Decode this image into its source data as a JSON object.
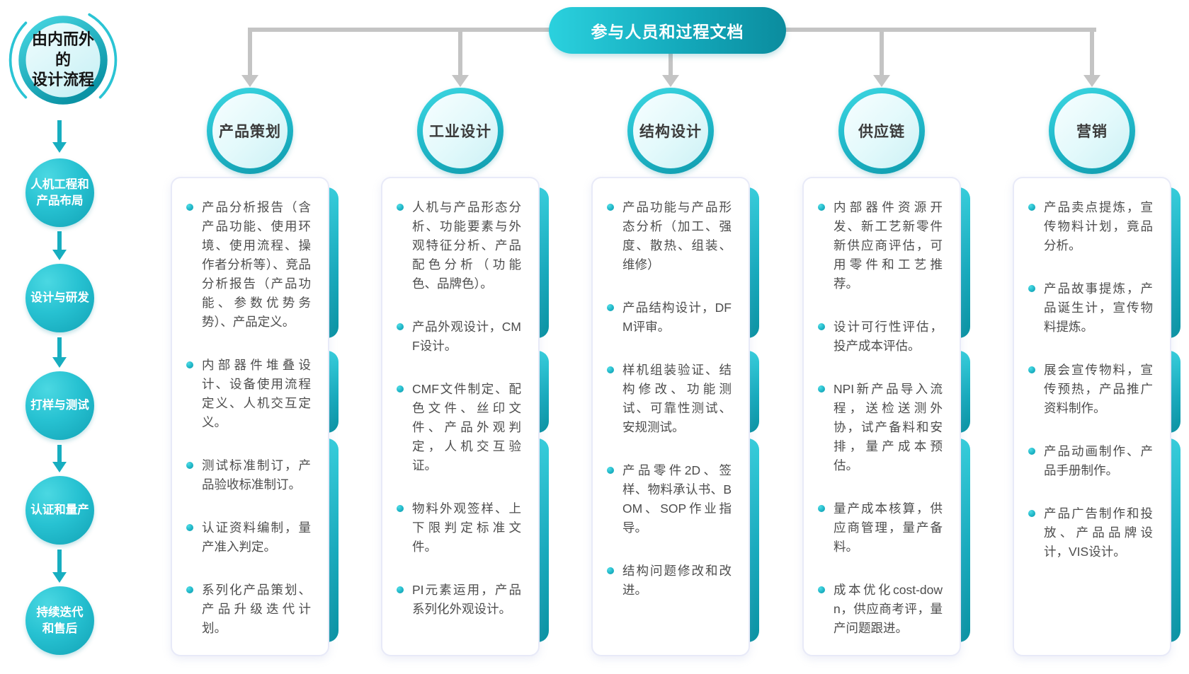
{
  "badge": {
    "line1": "由内而外",
    "line2": "的",
    "line3": "设计流程"
  },
  "pill": {
    "label": "参与人员和过程文档"
  },
  "left_flow": [
    {
      "lines": [
        "人机工程和",
        "产品布局"
      ]
    },
    {
      "lines": [
        "设计与研发"
      ]
    },
    {
      "lines": [
        "打样与测试"
      ]
    },
    {
      "lines": [
        "认证和量产"
      ]
    },
    {
      "lines": [
        "持续迭代",
        "和售后"
      ]
    }
  ],
  "columns": [
    {
      "title": "产品策划",
      "items": [
        "产品分析报告（含产品功能、使用环境、使用流程、操作者分析等）、竞品分析报告（产品功能、参数优势务势）、产品定义。",
        "内部器件堆叠设计、设备使用流程定义、人机交互定义。",
        "测试标准制订，产品验收标准制订。",
        "认证资料编制，量产准入判定。",
        "系列化产品策划、产品升级迭代计划。"
      ]
    },
    {
      "title": "工业设计",
      "items": [
        "人机与产品形态分析、功能要素与外观特征分析、产品配色分析（功能色、品牌色）。",
        "产品外观设计，CMF设计。",
        "CMF文件制定、配色文件、丝印文件、产品外观判定，人机交互验证。",
        "物料外观签样、上下限判定标准文件。",
        "PI元素运用，产品系列化外观设计。"
      ]
    },
    {
      "title": "结构设计",
      "items": [
        "产品功能与产品形态分析（加工、强度、散热、组装、维修）",
        "产品结构设计，DFM评审。",
        "样机组装验证、结构修改、功能测试、可靠性测试、安规测试。",
        "产品零件2D、签样、物料承认书、BOM、SOP作业指导。",
        "结构问题修改和改进。"
      ]
    },
    {
      "title": "供应链",
      "items": [
        "内部器件资源开发、新工艺新零件新供应商评估，可用零件和工艺推荐。",
        "设计可行性评估，投产成本评估。",
        "NPI新产品导入流程，送检送测外协，试产备料和安排，量产成本预估。",
        "量产成本核算，供应商管理，量产备料。",
        "成本优化cost-down，供应商考评，量产问题跟进。"
      ]
    },
    {
      "title": "营销",
      "items": [
        "产品卖点提炼，宣传物料计划，竟品分析。",
        "产品故事提炼，产品诞生计，宣传物料提炼。",
        "展会宣传物料，宣传预热，产品推广资料制作。",
        "产品动画制作、产品手册制作。",
        "产品广告制作和投放、产品品牌设计，VIS设计。"
      ]
    }
  ],
  "colors": {
    "teal_light": "#2fd0dd",
    "teal_dark": "#0b8fa1",
    "connector_gray": "#c4c4c4",
    "card_border": "#e8eaf8",
    "body_text": "#4d4d4d"
  }
}
